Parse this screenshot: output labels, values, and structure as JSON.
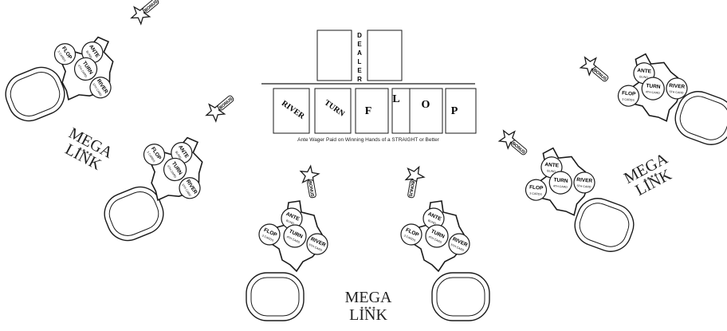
{
  "dealer": {
    "label": "DEALER",
    "letters": [
      "D",
      "E",
      "A",
      "L",
      "E",
      "R"
    ]
  },
  "board": {
    "cards": [
      {
        "id": "river",
        "label": "RIVER"
      },
      {
        "id": "turn",
        "label": "TURN"
      },
      {
        "id": "flop1",
        "label": "F"
      },
      {
        "id": "flop2",
        "label": "L"
      },
      {
        "id": "flop3",
        "label": "O"
      },
      {
        "id": "flop4",
        "label": "P"
      }
    ],
    "note": "Ante Wager Paid on Winning Hands of a STRAIGHT or Better"
  },
  "circles": {
    "ante": {
      "title": "ANTE",
      "sub": "BLIND"
    },
    "flop": {
      "title": "FLOP",
      "sub": "3 CARDS"
    },
    "turn": {
      "title": "TURN",
      "sub": "4TH CARD"
    },
    "river": {
      "title": "RIVER",
      "sub": "5TH CARD"
    }
  },
  "bonus": {
    "label": "BONUS"
  },
  "logo": {
    "line1": "MEGA",
    "line2": "LINK"
  },
  "positions": [
    {
      "id": "seat-1"
    },
    {
      "id": "seat-2"
    },
    {
      "id": "seat-3"
    },
    {
      "id": "seat-4"
    },
    {
      "id": "seat-5"
    },
    {
      "id": "seat-6"
    }
  ],
  "colors": {
    "ink": "#1a1a1a",
    "paper": "#ffffff",
    "logo_dot": "#555555"
  },
  "icons": [
    "star-icon",
    "texas-shape-icon",
    "chip-circle-icon",
    "seat-icon"
  ]
}
